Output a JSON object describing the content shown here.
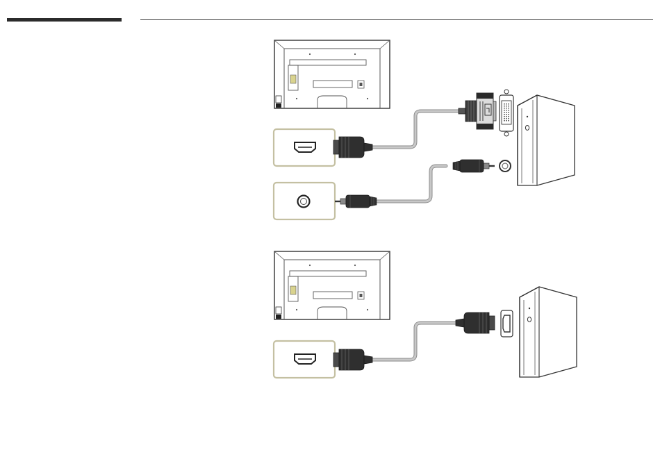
{
  "colors": {
    "port_box_border": "#c4c0a2",
    "cable": "#c8c8c8",
    "cable_outline": "#8c8c8c",
    "connector": "#2f2f2f",
    "line": "#3a3a3a",
    "page_background": "#ffffff"
  },
  "icons": {
    "monitor_back": "display-rear-panel-icon",
    "pc": "pc-tower-icon",
    "hdmi_port": "hdmi-port-icon",
    "audio_port": "audio-jack-port-icon",
    "dvi_port": "dvi-port-icon",
    "hdmi_plug": "hdmi-plug-icon",
    "dvi_plug": "dvi-plug-icon",
    "audio_plug": "stereo-mini-plug-icon"
  },
  "diagrams": [
    {
      "id": "hdmi-dvi-connection",
      "cable": "hdmi-to-dvi",
      "audio_cable": "stereo-mini"
    },
    {
      "id": "hdmi-connection",
      "cable": "hdmi-to-hdmi"
    }
  ]
}
